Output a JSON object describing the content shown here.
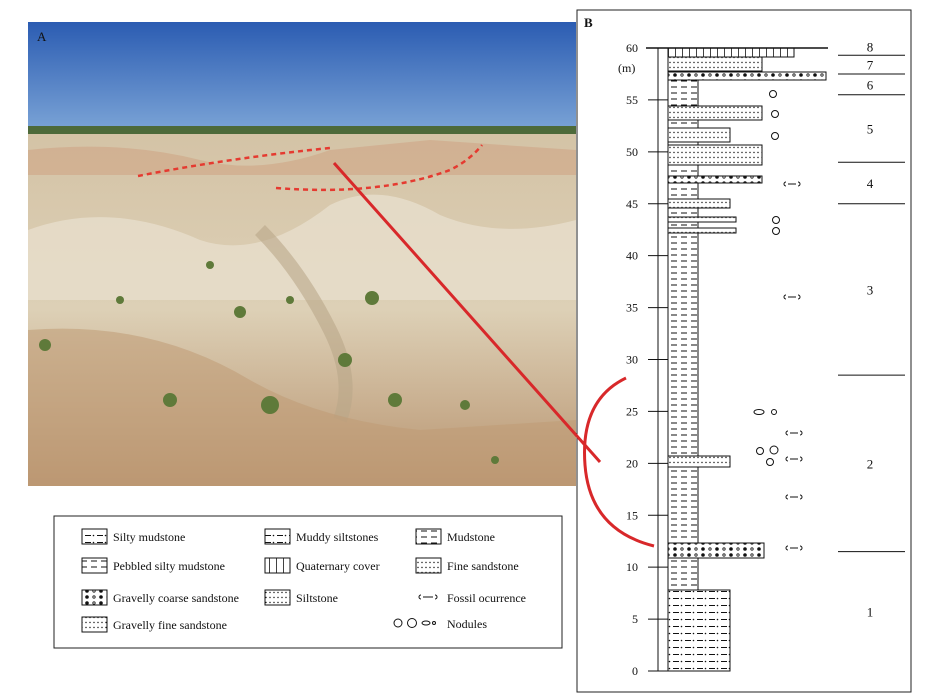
{
  "panels": {
    "a": {
      "label": "A"
    },
    "b": {
      "label": "B"
    }
  },
  "column": {
    "axis_unit": "(m)",
    "ticks": [
      0,
      5,
      10,
      15,
      20,
      25,
      30,
      35,
      40,
      45,
      50,
      55,
      60
    ],
    "units": [
      {
        "label": "1",
        "from": 0,
        "to": 11.5
      },
      {
        "label": "2",
        "from": 11.5,
        "to": 28.5
      },
      {
        "label": "3",
        "from": 28.5,
        "to": 45
      },
      {
        "label": "4",
        "from": 45,
        "to": 49
      },
      {
        "label": "5",
        "from": 49,
        "to": 55.5
      },
      {
        "label": "6",
        "from": 55.5,
        "to": 57.5
      },
      {
        "label": "7",
        "from": 57.5,
        "to": 59.3
      },
      {
        "label": "8",
        "from": 59.3,
        "to": 61
      }
    ]
  },
  "legend": {
    "items": [
      {
        "label": "Silty mudstone",
        "pattern": "silty-mudstone"
      },
      {
        "label": "Pebbled silty mudstone",
        "pattern": "pebbled-silty-mudstone"
      },
      {
        "label": "Gravelly coarse sandstone",
        "pattern": "gravelly-coarse-sandstone"
      },
      {
        "label": "Gravelly fine sandstone",
        "pattern": "gravelly-fine-sandstone"
      },
      {
        "label": "Muddy siltstones",
        "pattern": "muddy-siltstone"
      },
      {
        "label": "Quaternary cover",
        "pattern": "quaternary-cover"
      },
      {
        "label": "Siltstone",
        "pattern": "siltstone"
      },
      {
        "label": "Mudstone",
        "pattern": "mudstone"
      },
      {
        "label": "Fine  sandstone",
        "pattern": "fine-sandstone"
      },
      {
        "label": "Fossil ocurrence",
        "pattern": "bone-icon"
      },
      {
        "label": "Nodules",
        "pattern": "nodule-icon"
      }
    ]
  },
  "colors": {
    "sky_top": "#2f61b4",
    "sky_bottom": "#6f9bd2",
    "badland": "#d8c9ad",
    "correlation_line": "#d8282a"
  }
}
